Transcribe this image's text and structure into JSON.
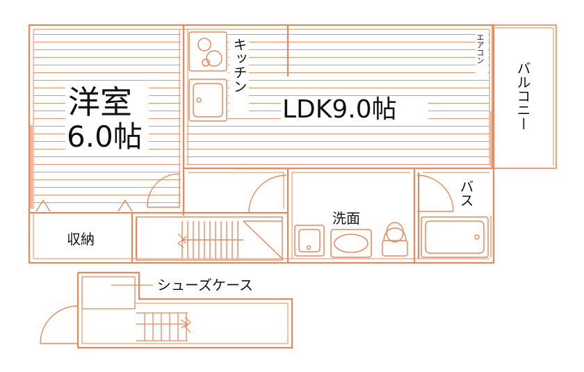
{
  "rooms": {
    "western_room": {
      "name": "洋室",
      "size": "6.0帖"
    },
    "ldk": {
      "label": "LDK9.0帖"
    },
    "kitchen": {
      "label": "キッチン"
    },
    "aircon": {
      "label": "エアコン"
    },
    "balcony": {
      "label": "バルコニー"
    },
    "storage": {
      "label": "収納"
    },
    "washroom": {
      "label": "洗面"
    },
    "bath": {
      "label": "バス"
    },
    "shoe_case": {
      "label": "シューズケース"
    }
  },
  "colors": {
    "wall": "#e8875a",
    "text": "#111111",
    "background": "#ffffff"
  }
}
